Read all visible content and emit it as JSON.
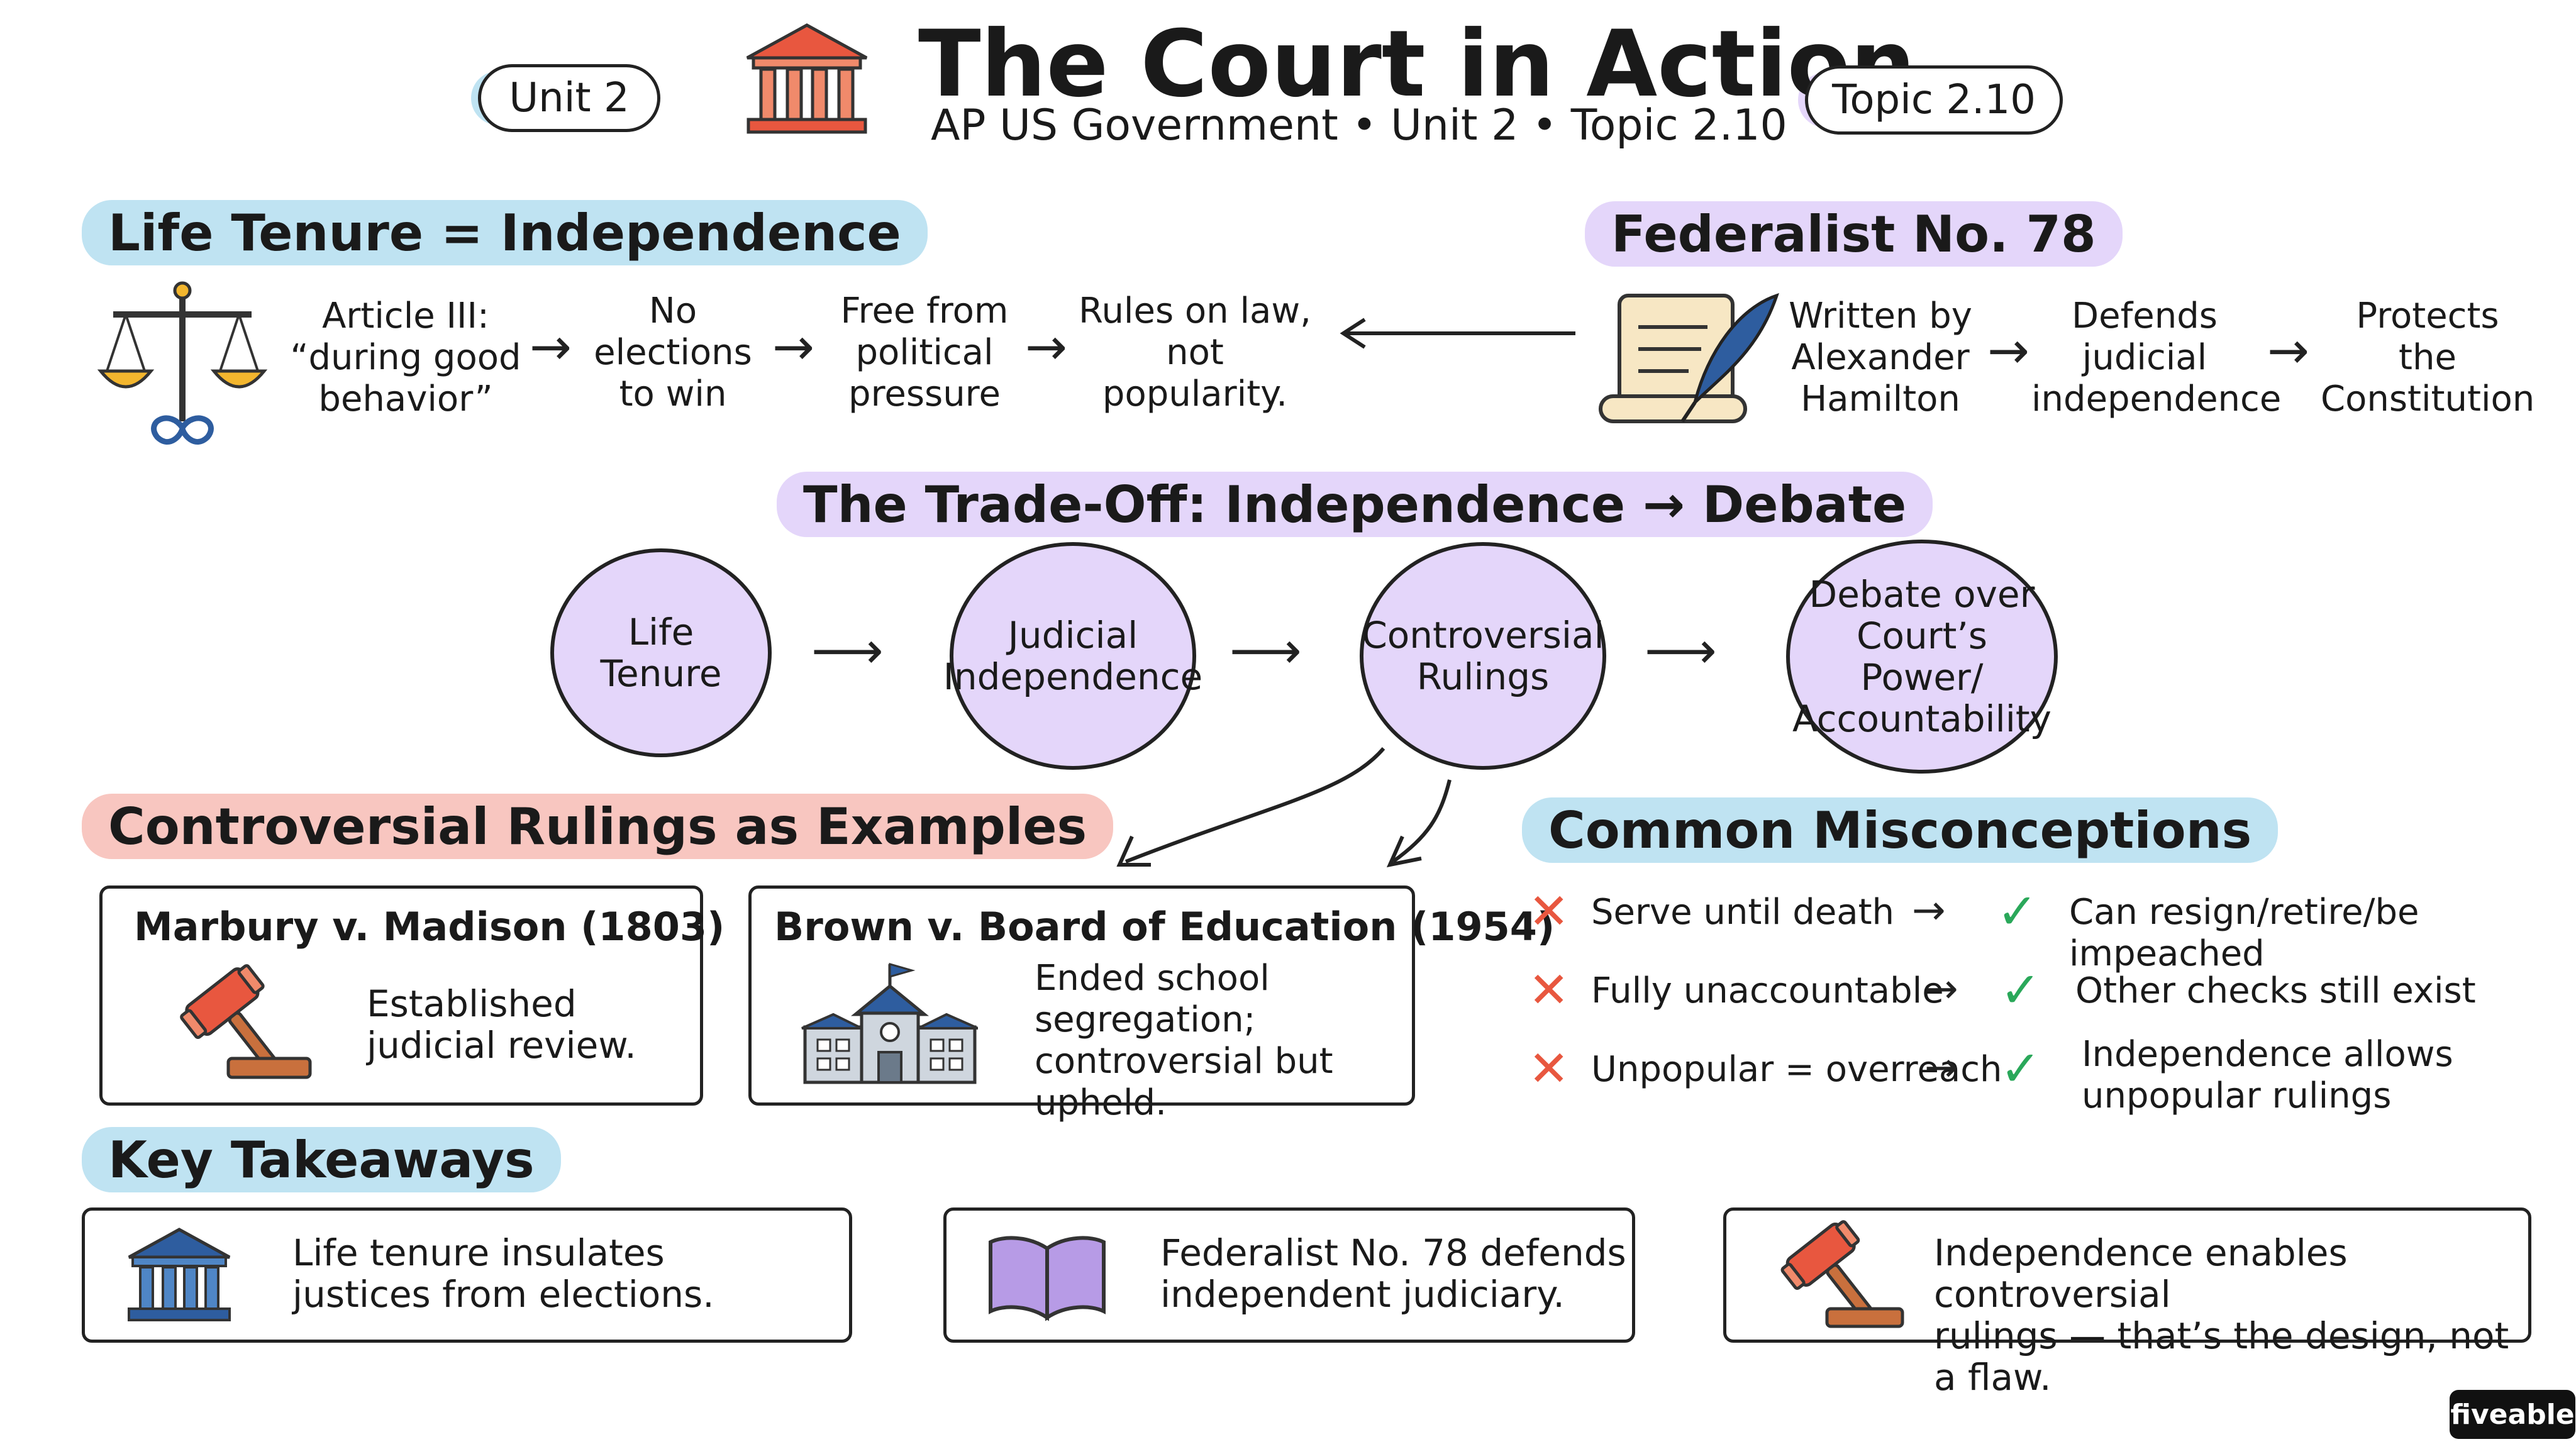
{
  "header": {
    "title": "The Court in Action",
    "subtitle": "AP US Government • Unit 2 • Topic 2.10",
    "unit_badge": "Unit 2",
    "topic_badge": "Topic 2.10"
  },
  "life_tenure": {
    "heading": "Life Tenure = Independence",
    "steps": [
      "Article III:\n“during good\nbehavior”",
      "No\nelections\nto win",
      "Free from\npolitical\npressure",
      "Rules on law,\nnot\npopularity."
    ]
  },
  "federalist": {
    "heading": "Federalist No. 78",
    "steps": [
      "Written by\nAlexander\nHamilton",
      "Defends\njudicial\nindependence",
      "Protects\nthe\nConstitution"
    ]
  },
  "tradeoff": {
    "heading": "The Trade-Off: Independence → Debate",
    "circles": [
      "Life\nTenure",
      "Judicial\nIndependence",
      "Controversial\nRulings",
      "Debate over\nCourt’s Power/\nAccountability"
    ]
  },
  "rulings": {
    "heading": "Controversial Rulings as Examples",
    "cases": [
      {
        "title": "Marbury v. Madison (1803)",
        "text": "Established\njudicial review."
      },
      {
        "title": "Brown v. Board of Education (1954)",
        "text": "Ended school\nsegregation;\ncontroversial but upheld."
      }
    ]
  },
  "misconceptions": {
    "heading": "Common Misconceptions",
    "items": [
      {
        "myth": "Serve until death",
        "fact": "Can resign/retire/be impeached"
      },
      {
        "myth": "Fully unaccountable",
        "fact": "Other checks still exist"
      },
      {
        "myth": "Unpopular = overreach",
        "fact": "Independence allows\nunpopular rulings"
      }
    ]
  },
  "takeaways": {
    "heading": "Key Takeaways",
    "items": [
      "Life tenure insulates\njustices from elections.",
      "Federalist No. 78 defends\nindependent judiciary.",
      "Independence enables controversial\nrulings — that’s the design, not a flaw."
    ]
  },
  "brand": "fiveable",
  "colors": {
    "blue_highlight": "#bfe3f2",
    "purple_highlight": "#e4d6fa",
    "red_highlight": "#f8c6c0",
    "cross": "#e8573f",
    "check": "#2aa85a",
    "gold": "#f3b62e",
    "navy": "#2e5d9f"
  }
}
